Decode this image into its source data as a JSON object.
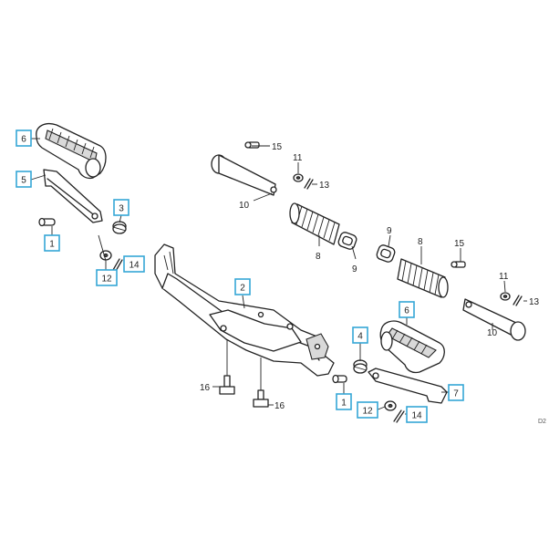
{
  "colors": {
    "callout_border": "#35a7d6",
    "line": "#222222",
    "background": "#ffffff"
  },
  "labels": {
    "c1a": "1",
    "c1b": "1",
    "c2": "2",
    "c3": "3",
    "c4": "4",
    "c5": "5",
    "c6a": "6",
    "c6b": "6",
    "c7": "7",
    "c8a": "8",
    "c8b": "8",
    "c9a": "9",
    "c9b": "9",
    "c10a": "10",
    "c10b": "10",
    "c11a": "11",
    "c11b": "11",
    "c12a": "12",
    "c12b": "12",
    "c13a": "13",
    "c13b": "13",
    "c14a": "14",
    "c14b": "14",
    "c15a": "15",
    "c15b": "15",
    "c16a": "16",
    "c16b": "16"
  },
  "diagram_code": "D2"
}
